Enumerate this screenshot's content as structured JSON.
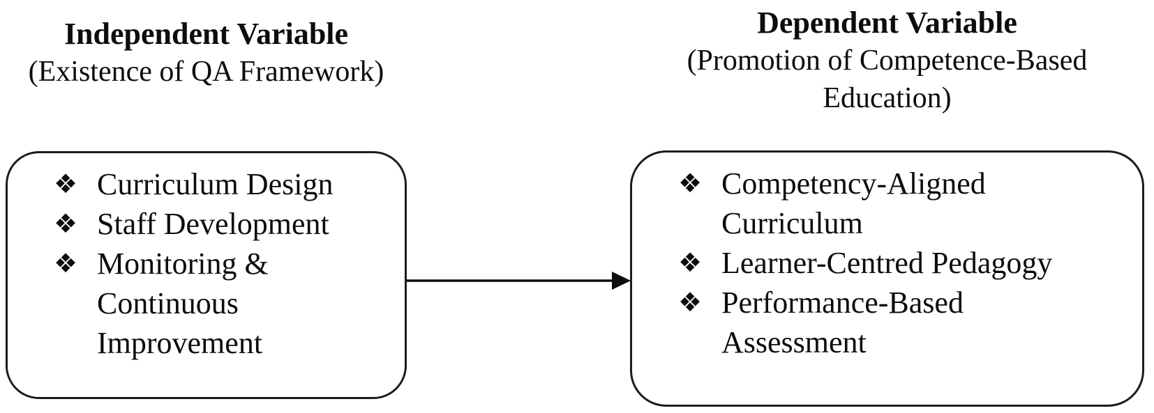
{
  "diagram": {
    "bullet_glyph": "❖",
    "colors": {
      "ink": "#0d0d0d",
      "border": "#1c1c1c",
      "background": "#ffffff"
    },
    "left": {
      "title": "Independent Variable",
      "subtitle_lines": [
        "(Existence of QA Framework)"
      ],
      "items": [
        {
          "lines": [
            "Curriculum Design"
          ]
        },
        {
          "lines": [
            "Staff Development"
          ]
        },
        {
          "lines": [
            "Monitoring &",
            "Continuous",
            "Improvement"
          ]
        }
      ]
    },
    "right": {
      "title": "Dependent Variable",
      "subtitle_lines": [
        "(Promotion of Competence-Based",
        "Education)"
      ],
      "items": [
        {
          "lines": [
            "Competency-Aligned",
            "Curriculum"
          ]
        },
        {
          "lines": [
            "Learner-Centred Pedagogy"
          ]
        },
        {
          "lines": [
            "Performance-Based",
            "Assessment"
          ]
        }
      ]
    }
  }
}
